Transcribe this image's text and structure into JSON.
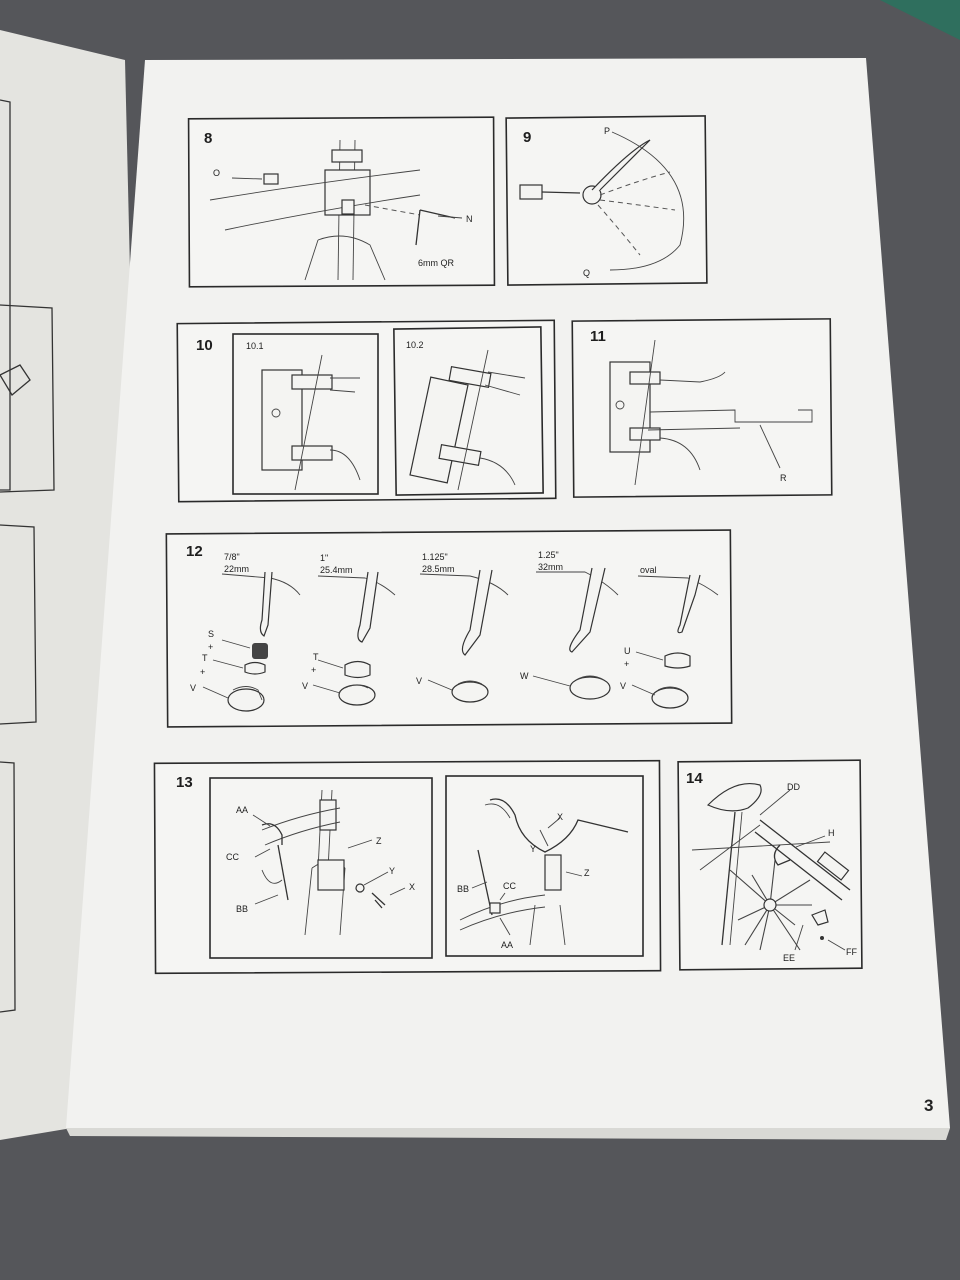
{
  "page_number": "3",
  "steps": {
    "s8": {
      "number": "8",
      "labels": {
        "o": "O",
        "n": "N",
        "qr": "6mm QR"
      }
    },
    "s9": {
      "number": "9",
      "labels": {
        "p": "P",
        "q": "Q"
      }
    },
    "s10": {
      "number": "10",
      "sub1": "10.1",
      "sub2": "10.2"
    },
    "s11": {
      "number": "11",
      "labels": {
        "r": "R"
      }
    },
    "s12": {
      "number": "12",
      "sizes": [
        {
          "a": "7/8\"",
          "b": "22mm"
        },
        {
          "a": "1\"",
          "b": "25.4mm"
        },
        {
          "a": "1.125\"",
          "b": "28.5mm"
        },
        {
          "a": "1.25\"",
          "b": "32mm"
        },
        {
          "a": "oval",
          "b": ""
        }
      ],
      "parts": {
        "s": "S",
        "t": "T",
        "v": "V",
        "w": "W",
        "u": "U",
        "plus": "+"
      }
    },
    "s13": {
      "number": "13",
      "labels": {
        "aa": "AA",
        "cc": "CC",
        "bb": "BB",
        "z": "Z",
        "y": "Y",
        "x": "X"
      }
    },
    "s14": {
      "number": "14",
      "labels": {
        "dd": "DD",
        "h": "H",
        "ee": "EE",
        "ff": "FF"
      }
    }
  }
}
